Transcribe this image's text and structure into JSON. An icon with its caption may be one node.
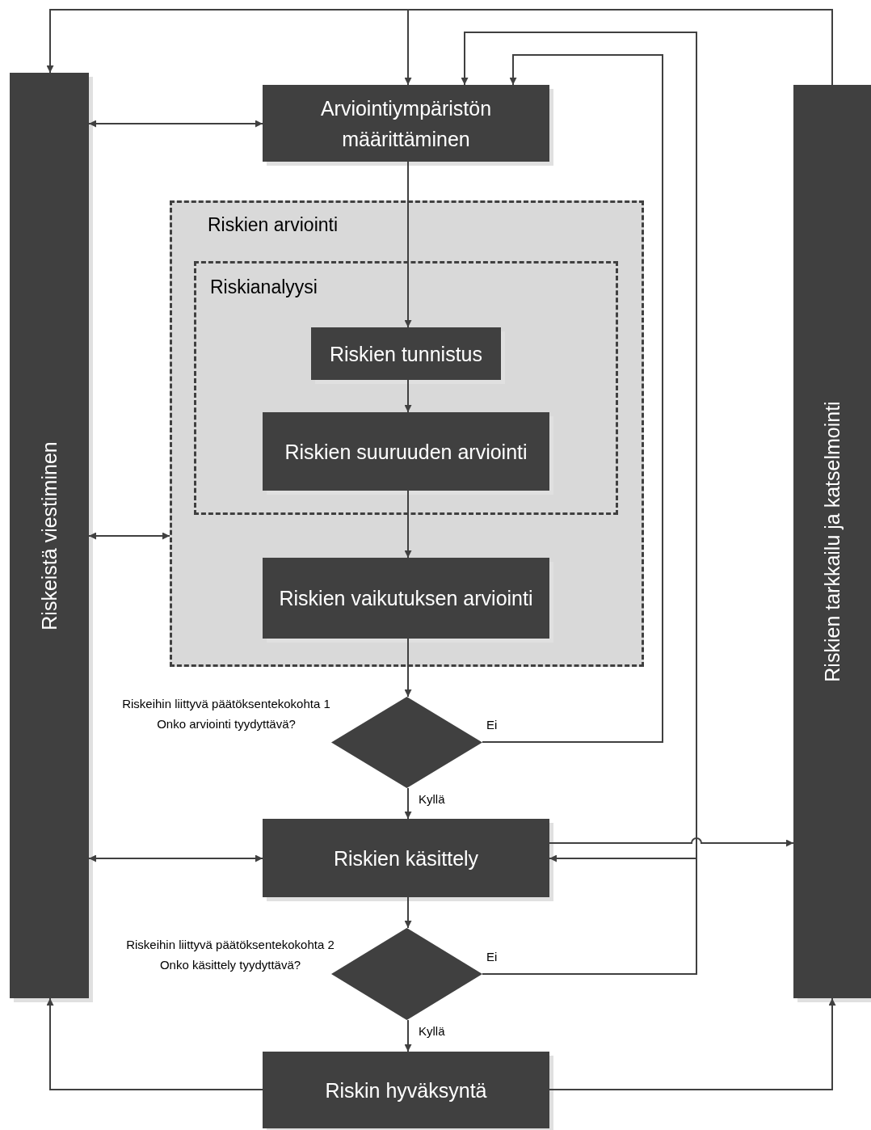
{
  "diagram": {
    "nodes": [
      {
        "text": [
          "Riskeistä viestiminen"
        ]
      },
      {
        "text": [
          "Riskien tarkkailu ja katselmointi"
        ]
      },
      {
        "text": [
          "Arviointiympäristön määrittäminen"
        ]
      },
      {
        "text": [
          "Riskien arviointi"
        ]
      },
      {
        "text": [
          "Riskianalyysi"
        ],
        "in": 3
      },
      {
        "text": [
          "Riskien tunnistus"
        ],
        "in": 4
      },
      {
        "text": [
          "Riskien suuruuden arviointi"
        ],
        "in": 4
      },
      {
        "text": [
          "Riskien vaikutuksen arviointi"
        ],
        "in": 3
      },
      {
        "text": [],
        "shape": "diamond",
        "beside": [
          "Riskeihin liittyvä päätöksentekokohta 1",
          "Onko arviointi tyydyttävä?"
        ]
      },
      {
        "text": [
          "Riskien käsittely"
        ]
      },
      {
        "text": [],
        "shape": "diamond",
        "beside": [
          "Riskeihin liittyvä päätöksentekokohta 2",
          "Onko käsittely tyydyttävä?"
        ]
      },
      {
        "text": [
          "Riskin hyväksyntä"
        ]
      }
    ],
    "edges": [
      {
        "from": 1,
        "to": 0,
        "arrow": "to"
      },
      {
        "from": 1,
        "to": 2,
        "arrow": "to"
      },
      {
        "from": 0,
        "to": 2,
        "arrow": "both"
      },
      {
        "from": 2,
        "to": 5,
        "arrow": "to"
      },
      {
        "from": 5,
        "to": 6,
        "arrow": "to"
      },
      {
        "from": 6,
        "to": 7,
        "arrow": "to"
      },
      {
        "from": 0,
        "to": 3,
        "arrow": "both"
      },
      {
        "from": 7,
        "to": 8,
        "arrow": "to"
      },
      {
        "from": 8,
        "to": 2,
        "arrow": "to",
        "label": "Ei"
      },
      {
        "from": 8,
        "to": 9,
        "arrow": "to",
        "label": "Kyllä"
      },
      {
        "from": 0,
        "to": 9,
        "arrow": "both"
      },
      {
        "from": 9,
        "to": 1,
        "arrow": "to"
      },
      {
        "from": 10,
        "to": 2,
        "arrow": "to",
        "label": "Ei"
      },
      {
        "from": 10,
        "to": 9,
        "arrow": "to"
      },
      {
        "from": 9,
        "to": 10,
        "arrow": "to"
      },
      {
        "from": 10,
        "to": 11,
        "arrow": "to",
        "label": "Kyllä"
      },
      {
        "from": 11,
        "to": 0,
        "arrow": "to"
      },
      {
        "from": 11,
        "to": 1,
        "arrow": "to"
      }
    ]
  }
}
